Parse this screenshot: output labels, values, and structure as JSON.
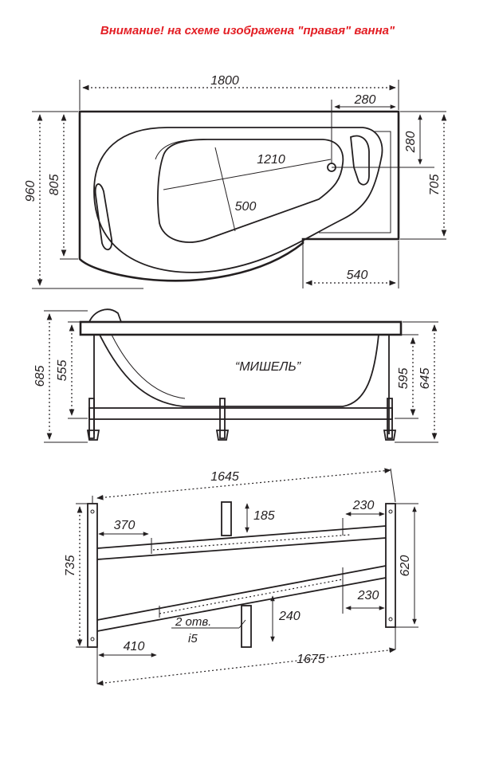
{
  "notice": "Внимание! на схеме изображена \"правая\" ванна\"",
  "model": "“МИШЕЛЬ”",
  "top_view": {
    "length": "1800",
    "width": "960",
    "width_inner": "805",
    "right_width": "705",
    "drain_offset_x": "280",
    "drain_offset_y": "280",
    "bowl_length": "1210",
    "bowl_width": "500",
    "right_part": "540"
  },
  "side_view": {
    "total_height": "685",
    "height_left": "555",
    "height_right_inner": "595",
    "height_right": "645"
  },
  "frame_view": {
    "top_length": "1645",
    "bottom_length": "1675",
    "left_height": "735",
    "right_height": "620",
    "dim_370": "370",
    "dim_185": "185",
    "dim_230_top": "230",
    "dim_230_bottom": "230",
    "dim_240": "240",
    "dim_410": "410",
    "holes_label": "2 отв.",
    "holes_size": "i5"
  },
  "colors": {
    "notice": "#e31e24",
    "ink": "#231f20"
  }
}
